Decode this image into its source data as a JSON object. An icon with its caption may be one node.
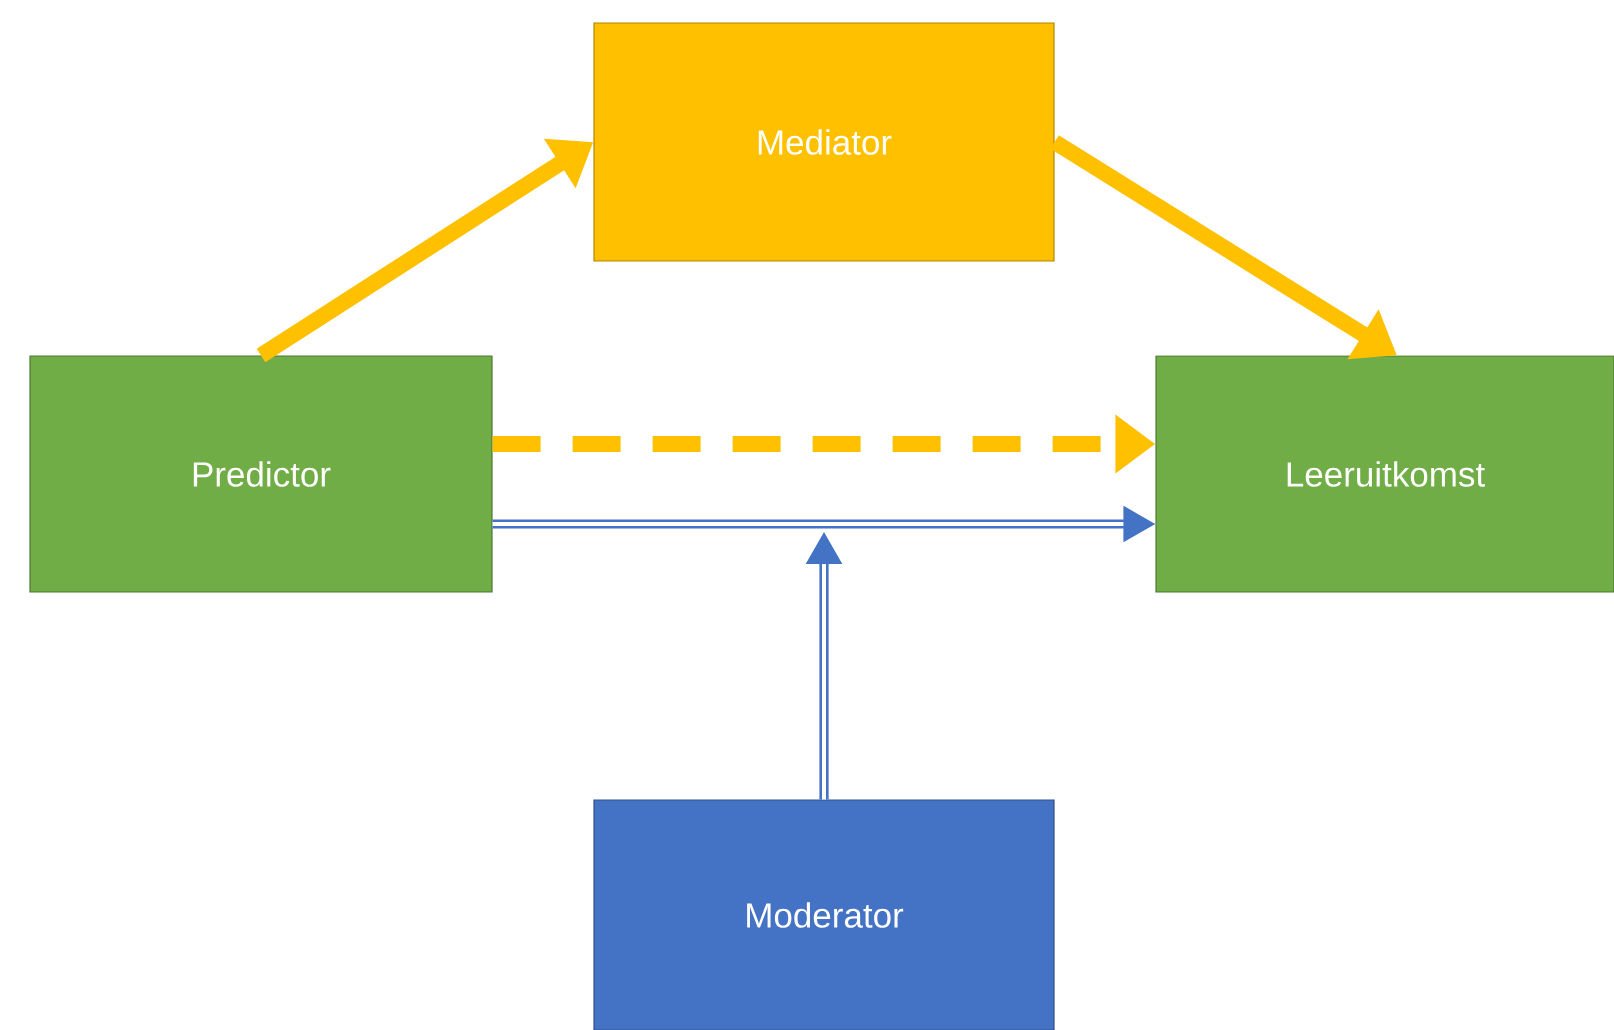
{
  "diagram": {
    "nodes": [
      {
        "text": [
          "Mediator"
        ]
      },
      {
        "text": [
          "Predictor"
        ]
      },
      {
        "text": [
          "Leeruitkomst"
        ]
      },
      {
        "text": [
          "Moderator"
        ]
      }
    ],
    "edges": [
      {
        "from": 1,
        "to": 0,
        "arrow": "to"
      },
      {
        "from": 0,
        "to": 2,
        "arrow": "to"
      },
      {
        "from": 1,
        "to": 2,
        "arrow": "to",
        "style": "dashed"
      },
      {
        "from": 1,
        "to": 2,
        "arrow": "to",
        "color": "#4472c4"
      },
      {
        "from": 3,
        "to": null,
        "arrow": "to",
        "color": "#4472c4"
      }
    ]
  }
}
